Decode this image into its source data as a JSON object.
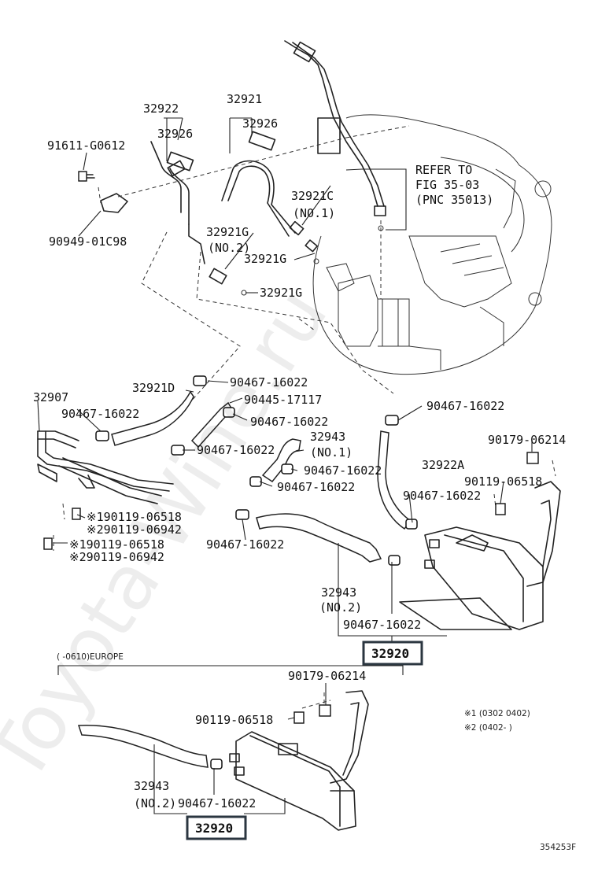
{
  "diagram": {
    "watermark": "Toyota-Wine.ru",
    "figure_code": "354253F",
    "section_label": "(      -0610)EUROPE",
    "footnotes": [
      "※1 (0302 0402)",
      "※2 (0402-      )"
    ],
    "refer": {
      "line1": "REFER TO",
      "line2": "FIG 35-03",
      "line3": "(PNC 35013)"
    },
    "assembly": {
      "main": "32920",
      "europe": "32920"
    },
    "labels": {
      "p32922": "32922",
      "p32921": "32921",
      "p32926a": "32926",
      "p32926b": "32926",
      "p91611": "91611-G0612",
      "p90949": "90949-01C98",
      "p32921C": "32921C",
      "p32921C_note": "(NO.1)",
      "p32921G_a": "32921G",
      "p32921G_a_note": "(NO.2)",
      "p32921G_b": "32921G",
      "p32921G_c": "32921G",
      "p32907": "32907",
      "p32921D": "32921D",
      "c1": "90467-16022",
      "p90445": "90445-17117",
      "c2": "90467-16022",
      "c3": "90467-16022",
      "c4": "90467-16022",
      "c5": "90467-16022",
      "c6": "90467-16022",
      "c7": "90467-16022",
      "c8": "90467-16022",
      "c9": "90467-16022",
      "c10": "90467-16022",
      "p32943a": "32943",
      "p32943a_note": "(NO.1)",
      "p32922A": "32922A",
      "p90179a": "90179-06214",
      "p90119a": "90119-06518",
      "b1a": "※190119-06518",
      "b1b": "※290119-06942",
      "b2a": "※190119-06518",
      "b2b": "※290119-06942",
      "p32943b": "32943",
      "p32943b_note": "(NO.2)",
      "p90179b": "90179-06214",
      "p90119b": "90119-06518",
      "p32943c": "32943",
      "p32943c_note": "(NO.2)",
      "c11": "90467-16022"
    }
  }
}
